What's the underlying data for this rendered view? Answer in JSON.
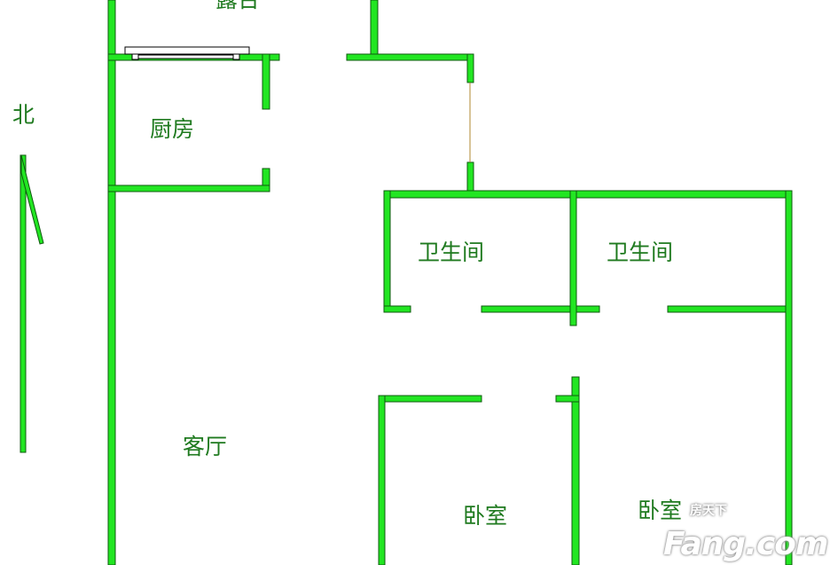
{
  "rooms": {
    "balcony": "露台",
    "kitchen": "厨房",
    "bath1": "卫生间",
    "bath2": "卫生间",
    "living": "客厅",
    "bedroom1": "卧室",
    "bedroom2": "卧室"
  },
  "compass": "北",
  "watermark": {
    "cn": "房天下",
    "en": "Fang.com"
  },
  "colors": {
    "wall": "#22e622",
    "label": "#1f7a1f"
  }
}
